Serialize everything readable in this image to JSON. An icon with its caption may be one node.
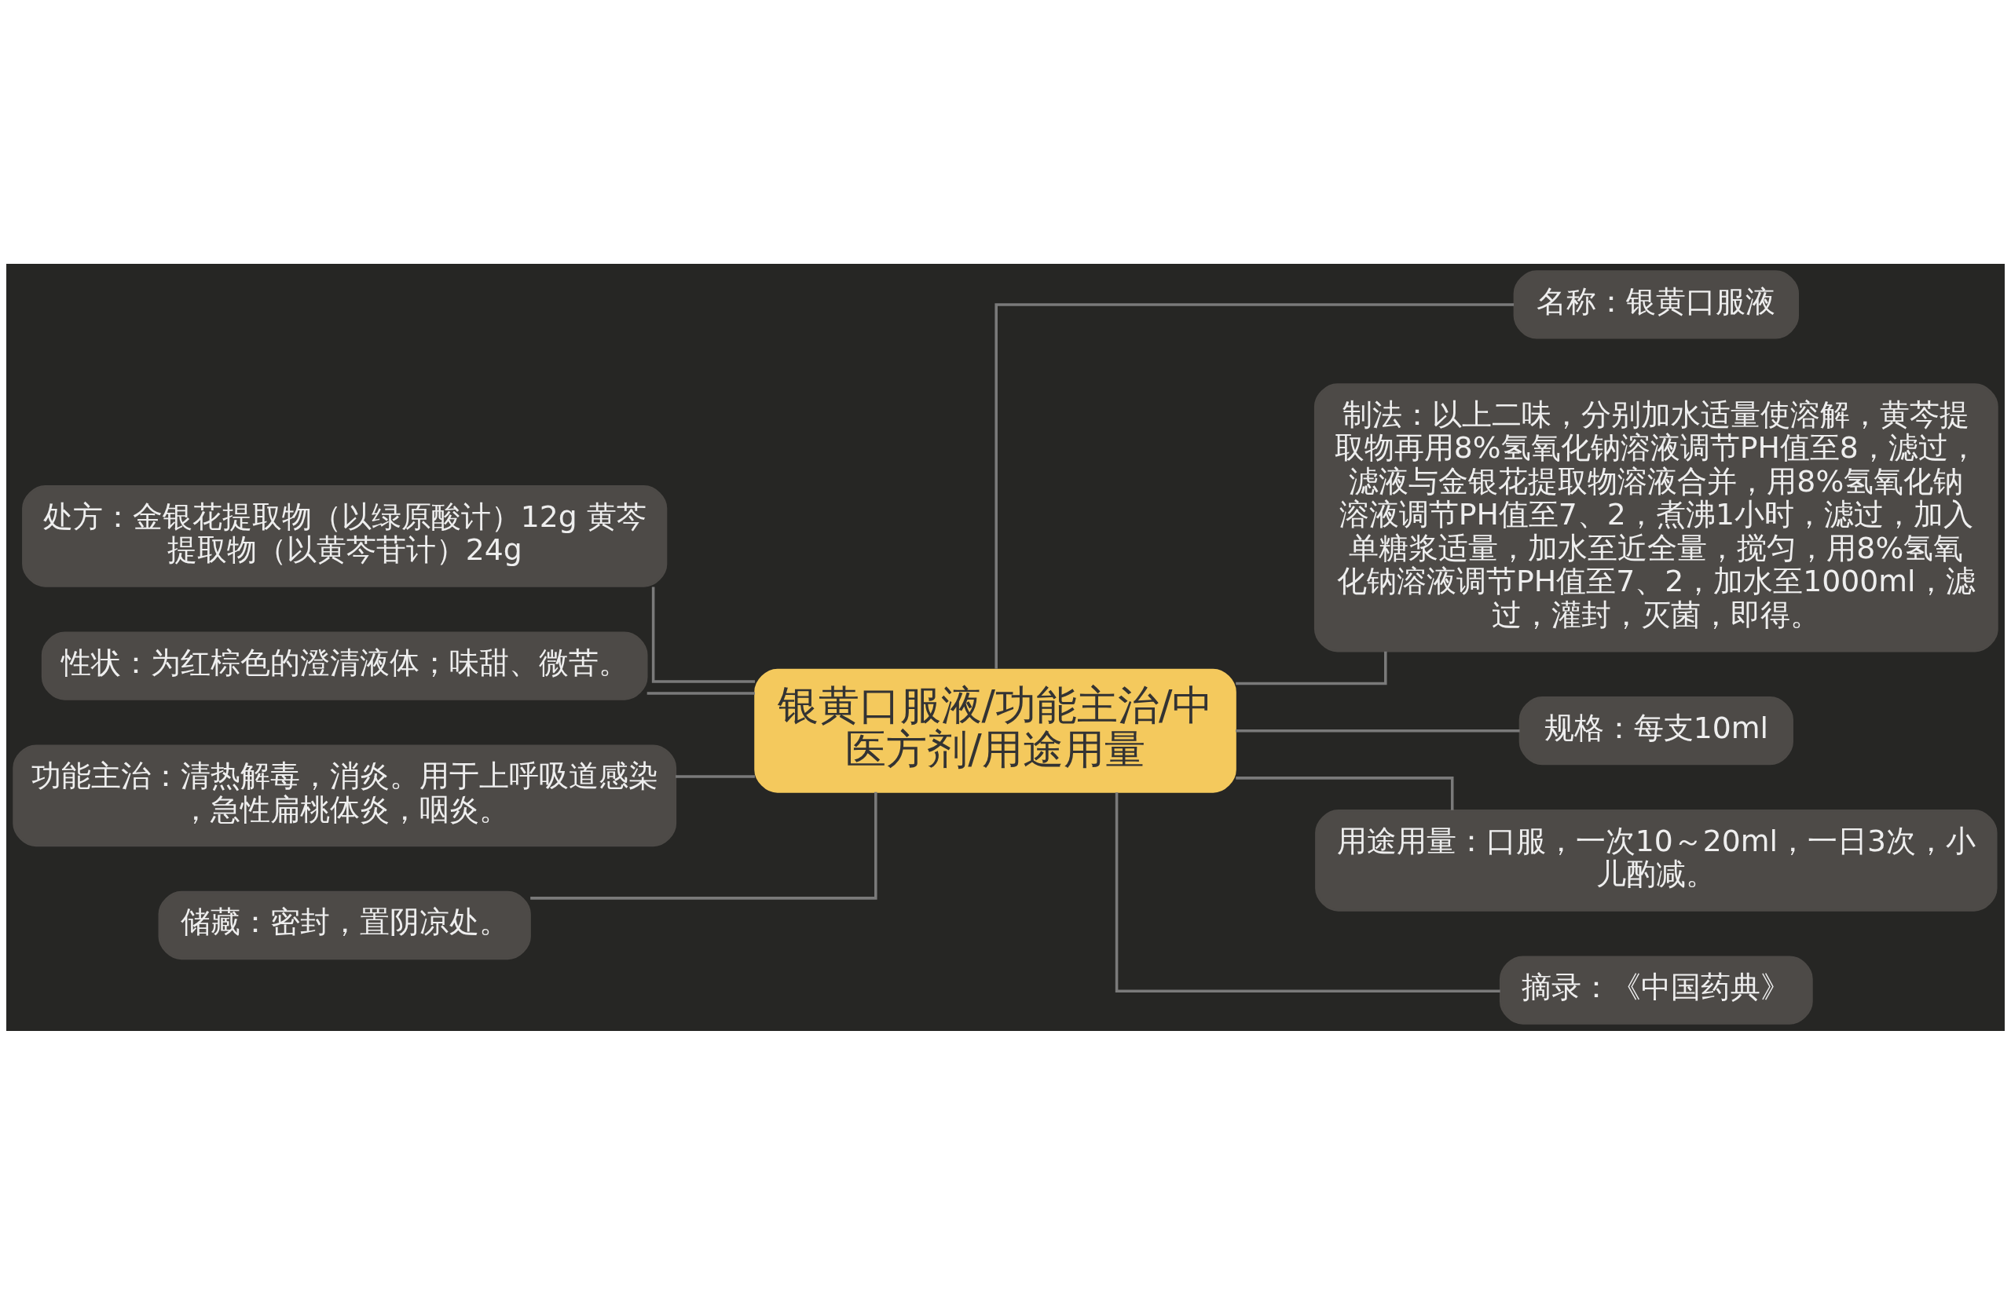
{
  "diagram": {
    "nodes": [
      {
        "text": [
          "银黄口服液/功能主治/中医方剂/用途用量"
        ]
      },
      {
        "text": [
          "处方：金银花提取物（以绿原酸计）12g 黄芩提取物（以黄芩苷计）24g"
        ]
      },
      {
        "text": [
          "性状：为红棕色的澄清液体；味甜、微苦。"
        ]
      },
      {
        "text": [
          "功能主治：清热解毒，消炎。用于上呼吸道感染，急性扁桃体炎，咽炎。"
        ]
      },
      {
        "text": [
          "储藏：密封，置阴凉处。"
        ]
      },
      {
        "text": [
          "名称：银黄口服液"
        ]
      },
      {
        "text": [
          "制法：以上二味，分别加水适量使溶解，黄芩提取物再用8%氢氧化钠溶液调节PH值至8，滤过，滤液与金银花提取物溶液合并，用8%氢氧化钠溶液调节PH值至7、2，煮沸1小时，滤过，加入单糖浆适量，加水至近全量，搅匀，用8%氢氧化钠溶液调节PH值至7、2，加水至1000ml，滤过，灌封，灭菌，即得。"
        ]
      },
      {
        "text": [
          "规格：每支10ml"
        ]
      },
      {
        "text": [
          "用途用量：口服，一次10～20ml，一日3次，小儿酌减。"
        ]
      },
      {
        "text": [
          "摘录：《中国药典》"
        ]
      }
    ],
    "edges": [
      {
        "from": 0,
        "to": 1,
        "arrow": "none"
      },
      {
        "from": 0,
        "to": 2,
        "arrow": "none"
      },
      {
        "from": 0,
        "to": 3,
        "arrow": "none"
      },
      {
        "from": 0,
        "to": 4,
        "arrow": "none"
      },
      {
        "from": 0,
        "to": 5,
        "arrow": "none"
      },
      {
        "from": 0,
        "to": 6,
        "arrow": "none"
      },
      {
        "from": 0,
        "to": 7,
        "arrow": "none"
      },
      {
        "from": 0,
        "to": 8,
        "arrow": "none"
      },
      {
        "from": 0,
        "to": 9,
        "arrow": "none"
      }
    ]
  }
}
